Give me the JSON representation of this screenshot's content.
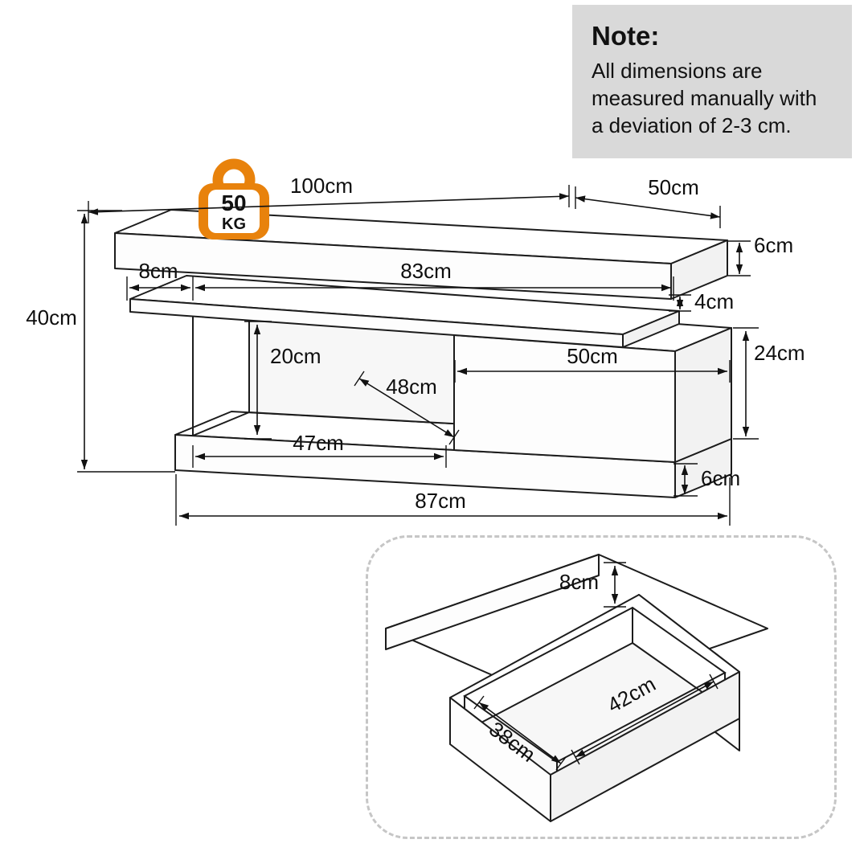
{
  "note": {
    "title": "Note:",
    "body": "All dimensions are measured manually with a deviation of 2-3 cm."
  },
  "weight_badge": {
    "value": "50",
    "unit": "KG"
  },
  "main_dims": {
    "top_length": "100cm",
    "top_depth": "50cm",
    "top_thickness": "6cm",
    "led_gap": "4cm",
    "shelf_length": "83cm",
    "shelf_overhang": "8cm",
    "total_height": "40cm",
    "opening_height": "20cm",
    "opening_depth": "48cm",
    "opening_width": "47cm",
    "drawer_front_width": "50cm",
    "cabinet_height": "24cm",
    "base_thickness": "6cm",
    "base_length": "87cm"
  },
  "drawer_detail": {
    "inner_height": "8cm",
    "inner_width": "38cm",
    "inner_length": "42cm"
  },
  "colors": {
    "accent": "#E8820C",
    "note_bg": "#D9D9D9",
    "line": "#1C1C1C"
  }
}
